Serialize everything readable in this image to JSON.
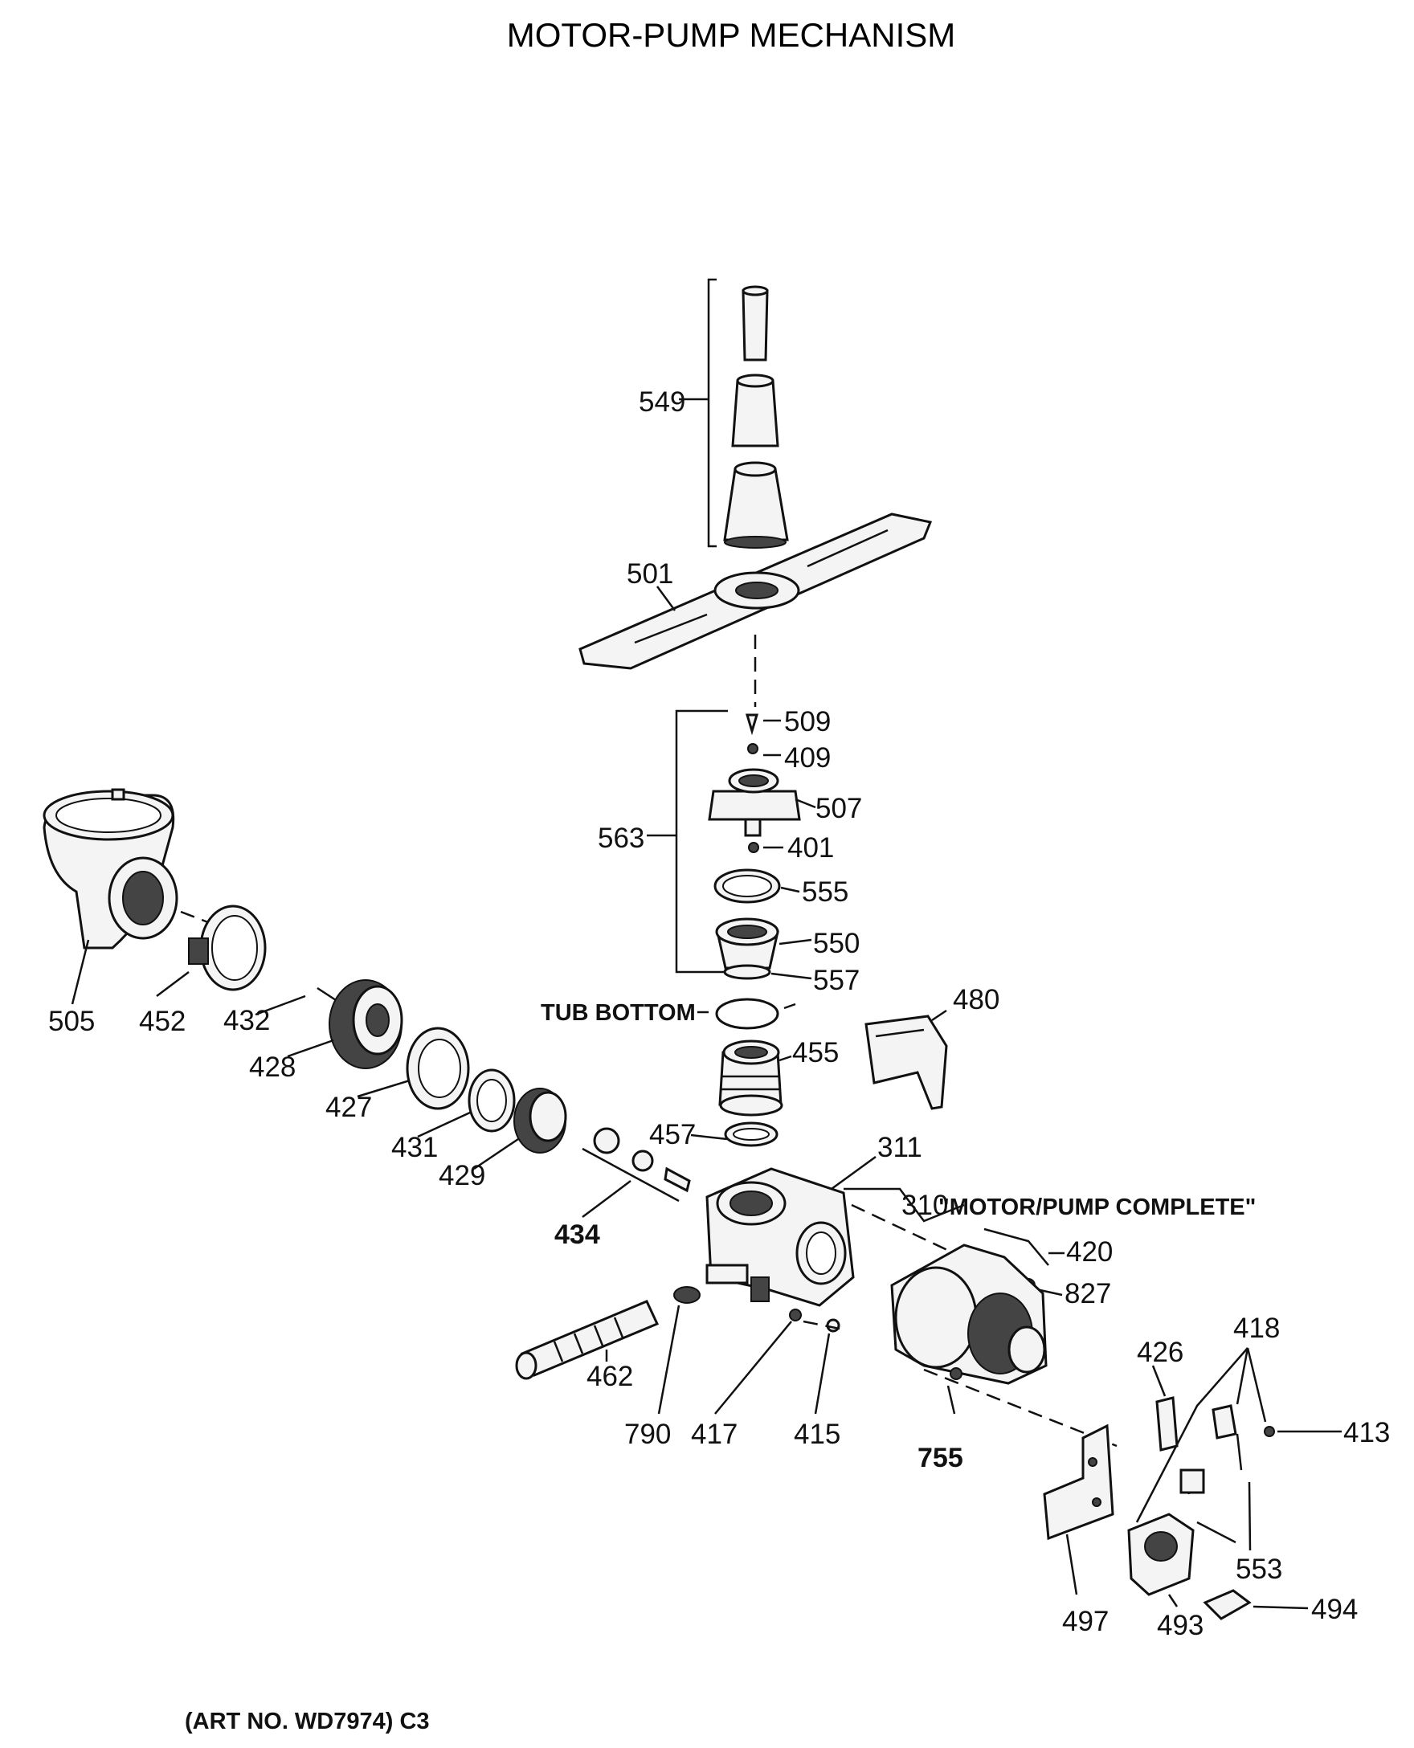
{
  "title": "MOTOR-PUMP MECHANISM",
  "art_number": "(ART NO. WD7974) C3",
  "tub_bottom_label": "TUB BOTTOM",
  "motor_pump_complete_label": "\"MOTOR/PUMP COMPLETE\"",
  "labels": {
    "l549": "549",
    "l501": "501",
    "l509": "509",
    "l409": "409",
    "l507": "507",
    "l563": "563",
    "l401": "401",
    "l555": "555",
    "l550": "550",
    "l557": "557",
    "l480": "480",
    "l455": "455",
    "l505": "505",
    "l452": "452",
    "l432": "432",
    "l428": "428",
    "l427": "427",
    "l431": "431",
    "l429": "429",
    "l457": "457",
    "l311": "311",
    "l310": "310",
    "l434": "434",
    "l420": "420",
    "l827": "827",
    "l462": "462",
    "l790": "790",
    "l417": "417",
    "l415": "415",
    "l755": "755",
    "l426": "426",
    "l418": "418",
    "l413": "413",
    "l553": "553",
    "l497": "497",
    "l493": "493",
    "l494": "494"
  }
}
